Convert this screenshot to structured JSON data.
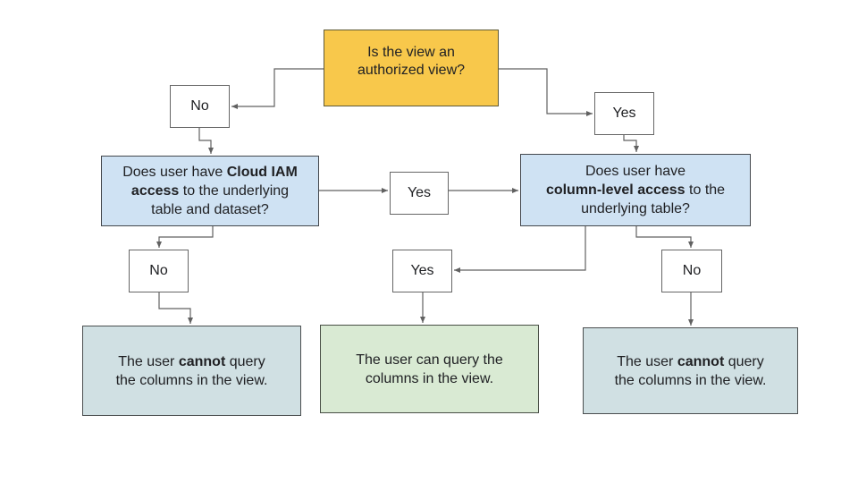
{
  "flowchart": {
    "nodes": {
      "q_authorized": "Is the view an\nauthorized view?",
      "no_top": "No",
      "yes_top": "Yes",
      "q_iam": {
        "pre": "Does user have ",
        "bold": "Cloud IAM\naccess",
        "post": " to the underlying\ntable and dataset?"
      },
      "yes_mid": "Yes",
      "q_column": {
        "pre": "Does user have\n",
        "bold": "column-level access",
        "post": " to the\nunderlying table?"
      },
      "no_row3_left": "No",
      "yes_row3_mid": "Yes",
      "no_row3_right": "No",
      "outcome_left": {
        "pre": "The user ",
        "bold": "cannot",
        "post": " query\nthe columns in the view."
      },
      "outcome_mid": "The user can query the\ncolumns in the view.",
      "outcome_right": {
        "pre": "The user ",
        "bold": "cannot",
        "post": " query\nthe columns in the view."
      }
    },
    "colors": {
      "question_fill": "#F8C84B",
      "decision_fill": "#CFE2F3",
      "outcome_cannot_fill": "#D0E0E3",
      "outcome_can_fill": "#D9EAD3",
      "connector": "#616161"
    }
  }
}
